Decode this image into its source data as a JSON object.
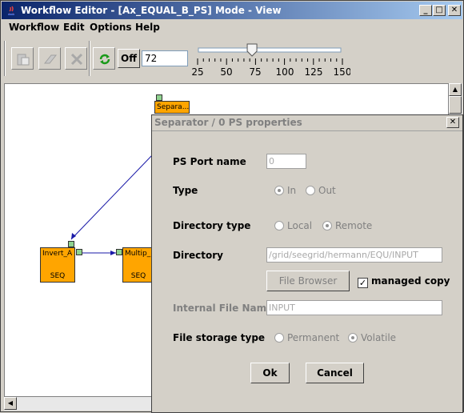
{
  "window": {
    "title": "Workflow Editor - [Ax_EQUAL_B_PS]  Mode - View"
  },
  "menu": {
    "items": [
      "Workflow",
      "Edit",
      "Options",
      "Help"
    ]
  },
  "toolbar": {
    "off_label": "Off",
    "zoom_value": "72",
    "slider_value": 72,
    "slider_ticks": [
      "25",
      "50",
      "75",
      "100",
      "125",
      "150"
    ]
  },
  "canvas": {
    "nodes": [
      {
        "label": "Separa...",
        "type": ""
      },
      {
        "label": "Invert_A",
        "type": "SEQ"
      },
      {
        "label": "Multip_",
        "type": "SEQ"
      }
    ]
  },
  "dialog": {
    "title": "Separator / 0 PS properties",
    "port_name_label": "PS Port name",
    "port_name_value": "0",
    "type_label": "Type",
    "type_in": "In",
    "type_out": "Out",
    "dir_type_label": "Directory type",
    "dir_local": "Local",
    "dir_remote": "Remote",
    "directory_label": "Directory",
    "directory_value": "/grid/seegrid/hermann/EQU/INPUT",
    "file_browser": "File Browser",
    "managed_copy": "managed copy",
    "internal_name_label": "Internal File Name",
    "internal_name_value": "INPUT",
    "storage_label": "File storage type",
    "storage_permanent": "Permanent",
    "storage_volatile": "Volatile",
    "ok": "Ok",
    "cancel": "Cancel"
  }
}
